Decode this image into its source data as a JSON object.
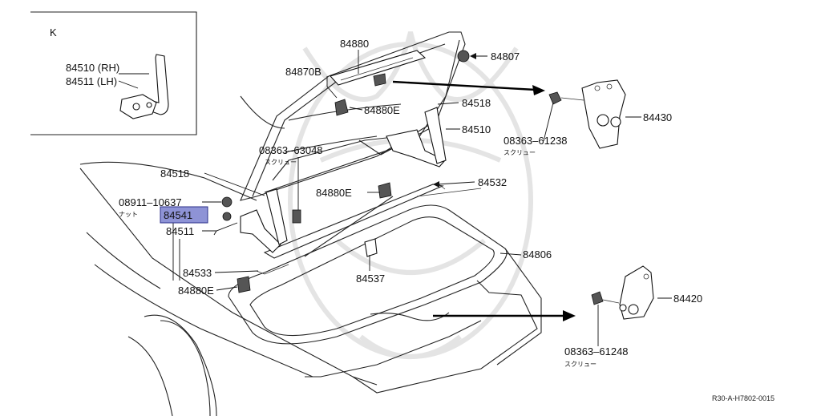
{
  "inset": {
    "label": "K"
  },
  "labels": {
    "p84880": "84880",
    "p84807": "84807",
    "p84870b": "84870B",
    "p84880e_top": "84880E",
    "p84518_right": "84518",
    "p84510": "84510",
    "p84430": "84430",
    "p08363_61238": "08363–61238",
    "sub_screw_61238": "スクリュー",
    "p08363_63048": "08363–63048",
    "sub_screw_63048": "スクリュー",
    "p84518_left": "84518",
    "p84880e_mid": "84880E",
    "p84532": "84532",
    "p08911_10637": "08911–10637",
    "sub_nut": "ナット",
    "p84541": "84541",
    "p84511": "84511",
    "p84806": "84806",
    "p84533": "84533",
    "p84537": "84537",
    "p84880e_bot": "84880E",
    "p84420": "84420",
    "p08363_61248": "08363–61248",
    "sub_screw_61248": "スクリュー",
    "inset_84510": "84510 (RH)",
    "inset_84511": "84511 (LH)",
    "ref_code": "R30-A-H7802-0015"
  },
  "colors": {
    "highlight_fill": "#8e93d6",
    "highlight_border": "#2b2f8a",
    "line": "#222222",
    "watermark": "#e4e4e4"
  }
}
